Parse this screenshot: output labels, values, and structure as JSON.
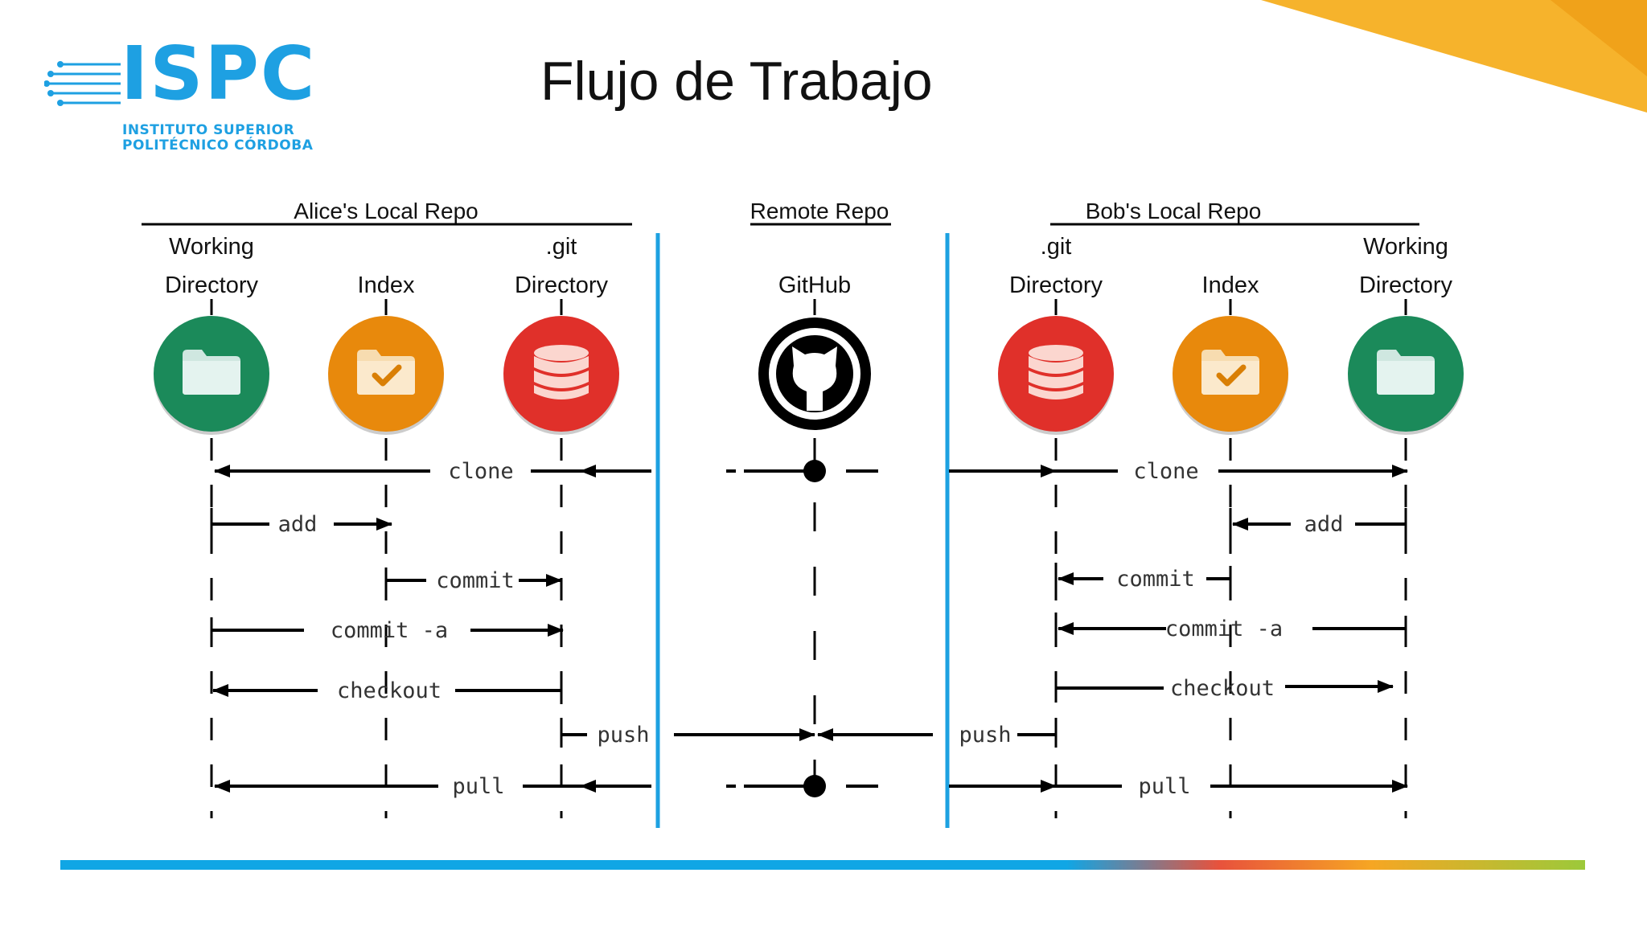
{
  "slide": {
    "title": "Flujo de Trabajo"
  },
  "logo": {
    "brand": "ISPC",
    "line1": "INSTITUTO SUPERIOR",
    "line2": "POLITÉCNICO CÓRDOBA"
  },
  "colors": {
    "brand_blue": "#1ea0e2",
    "divider_blue": "#1da1e1",
    "working_green": "#1b8a5a",
    "index_orange": "#e8890c",
    "git_red": "#e0302a",
    "corner_yellow": "#f6b32c"
  },
  "diagram": {
    "sections": {
      "alice": "Alice's Local Repo",
      "remote": "Remote Repo",
      "bob": "Bob's Local Repo"
    },
    "columns": {
      "alice_wd": [
        "Working",
        "Directory"
      ],
      "alice_index": [
        "",
        "Index"
      ],
      "alice_git": [
        ".git",
        "Directory"
      ],
      "github": [
        "",
        "GitHub"
      ],
      "bob_git": [
        ".git",
        "Directory"
      ],
      "bob_index": [
        "",
        "Index"
      ],
      "bob_wd": [
        "Working",
        "Directory"
      ]
    },
    "icons": {
      "alice_wd": "folder-icon",
      "alice_index": "folder-check-icon",
      "alice_git": "database-icon",
      "github": "github-octocat-icon",
      "bob_git": "database-icon",
      "bob_index": "folder-check-icon",
      "bob_wd": "folder-icon"
    },
    "commands": {
      "clone": "clone",
      "add": "add",
      "commit": "commit",
      "commit_a": "commit -a",
      "checkout": "checkout",
      "push": "push",
      "pull": "pull"
    }
  }
}
